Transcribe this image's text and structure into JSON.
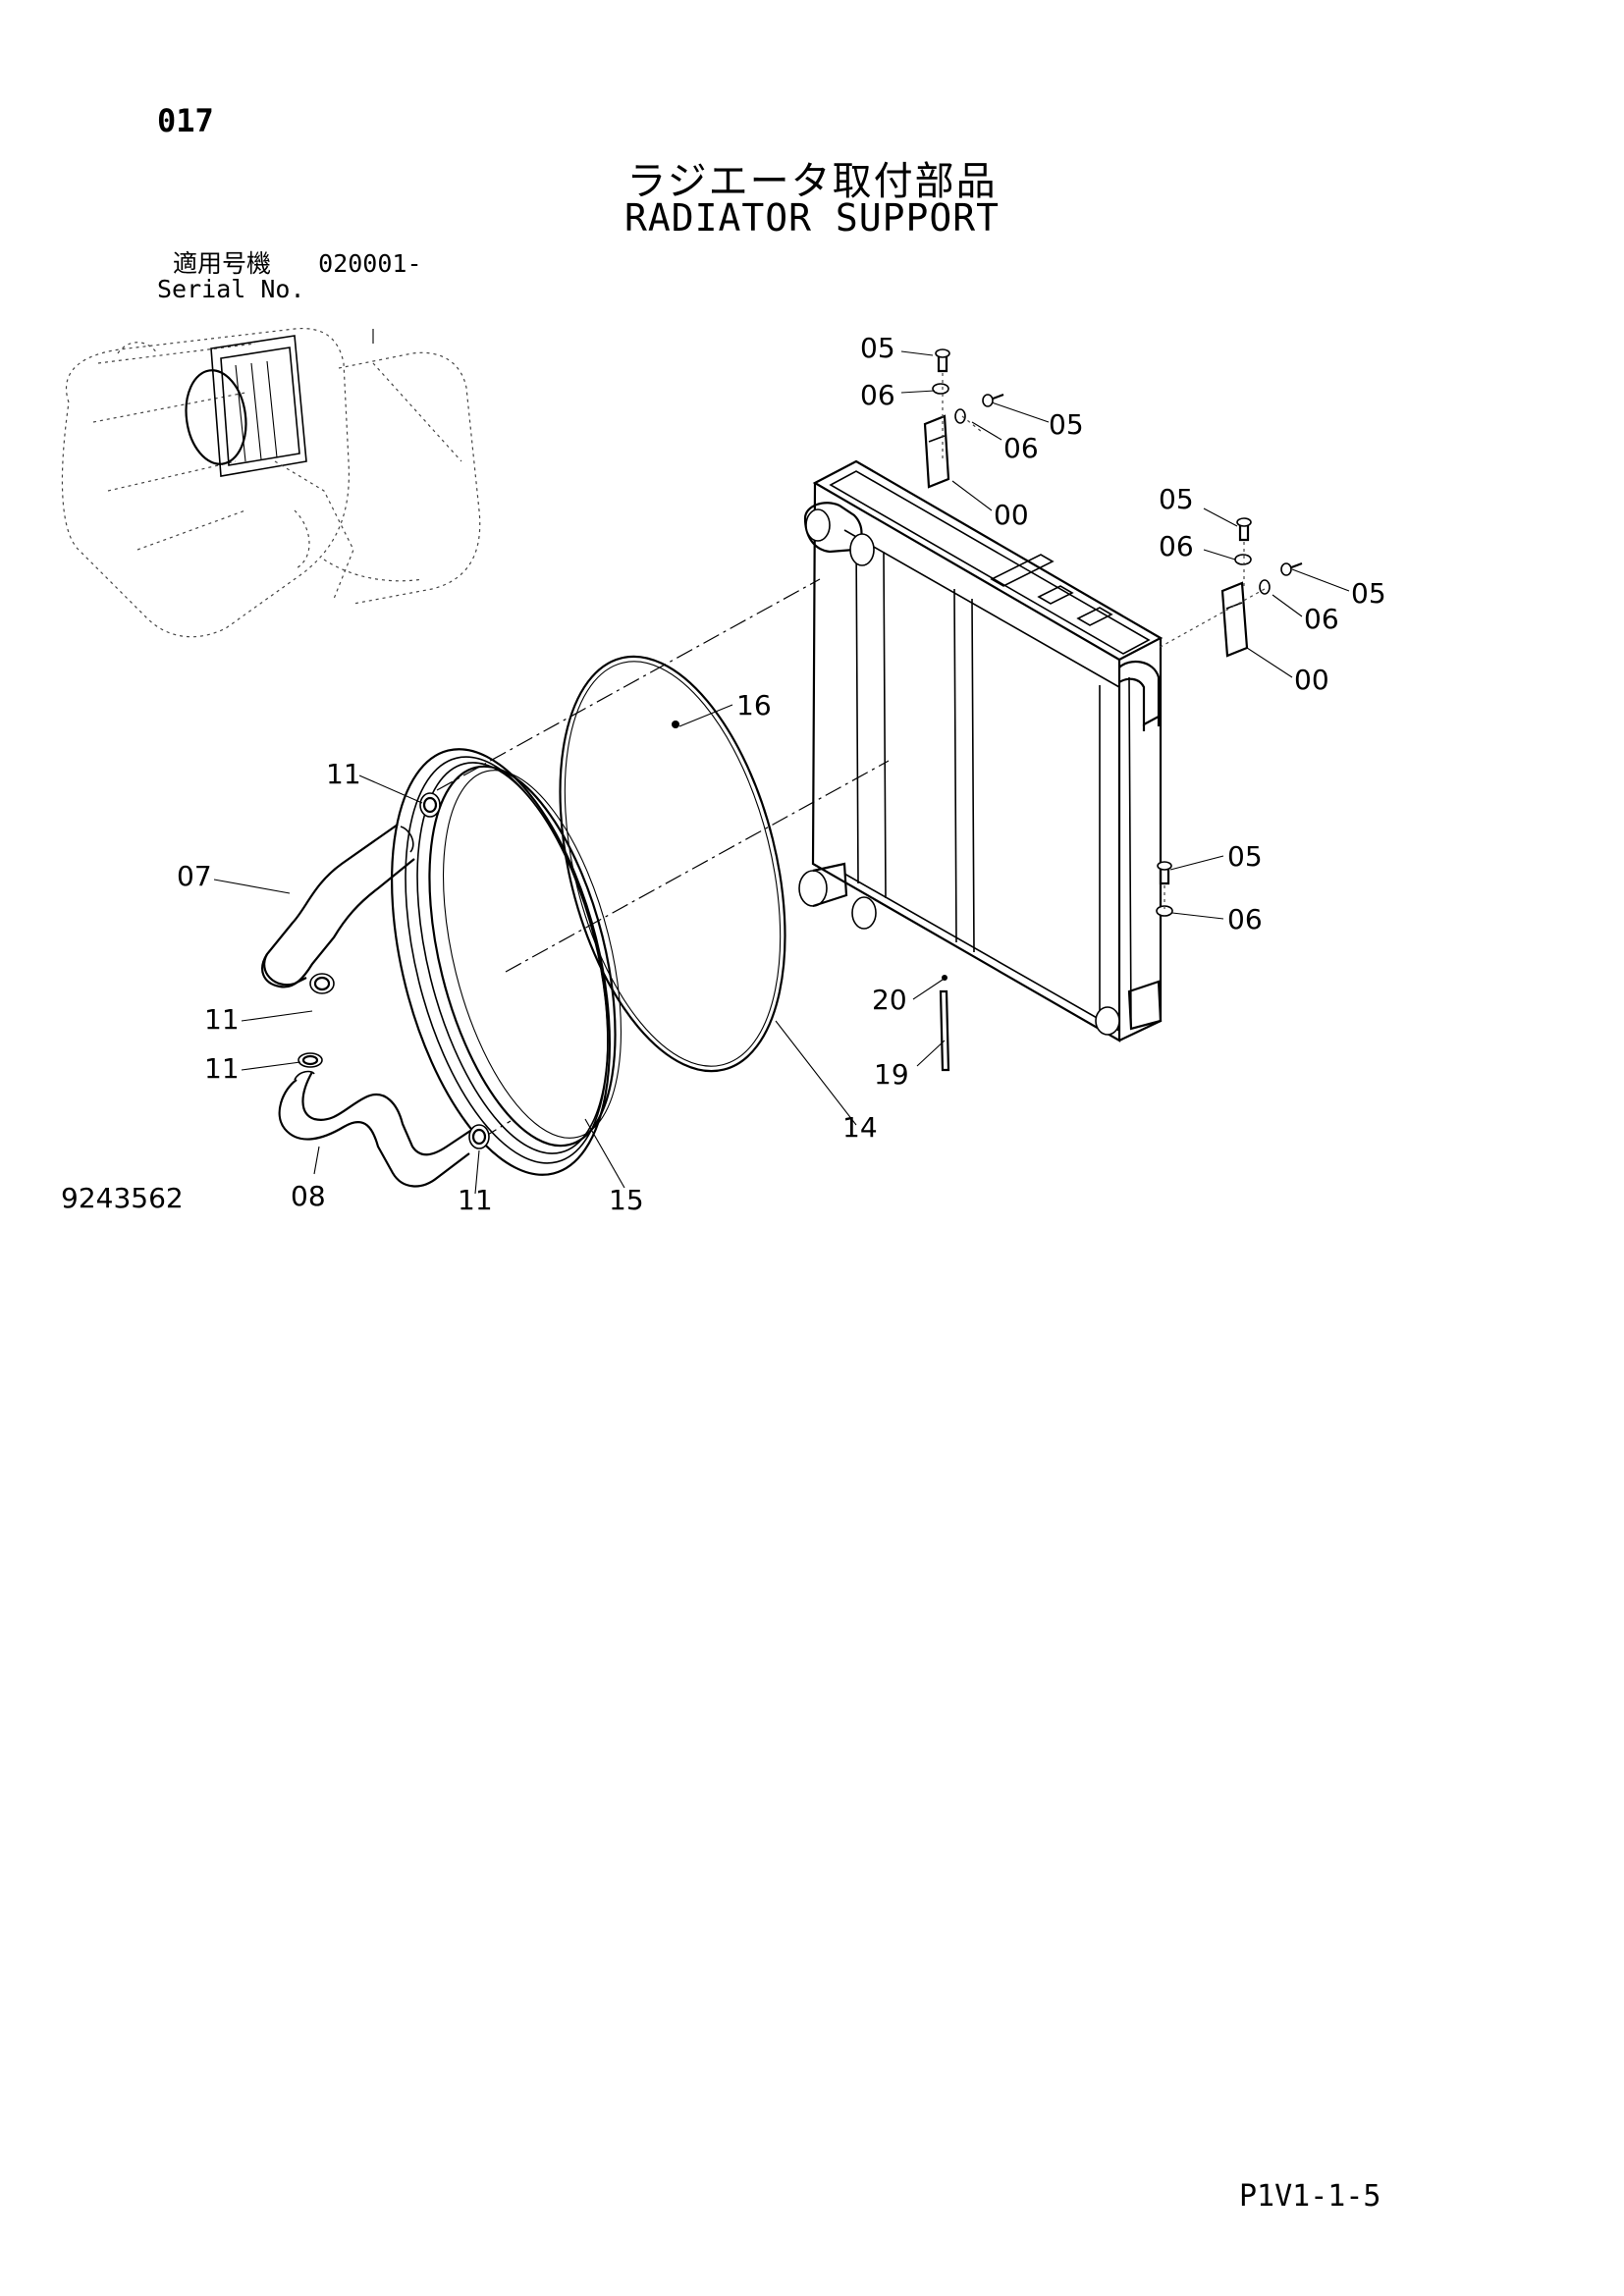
{
  "header": {
    "page_number": "017",
    "title_jp": "ラジエータ取付部品",
    "title_en": "RADIATOR SUPPORT",
    "serial_label_jp": "適用号機",
    "serial_value": "020001-",
    "serial_label_en": "Serial No."
  },
  "footer": {
    "drawing_number": "9243562",
    "page_code": "P1V1-1-5"
  },
  "callouts": {
    "c05a": "05",
    "c06a": "06",
    "c05b": "05",
    "c06b": "06",
    "c00a": "00",
    "c05c": "05",
    "c06c": "06",
    "c05d": "05",
    "c06d": "06",
    "c00b": "00",
    "c16": "16",
    "c11a": "11",
    "c07": "07",
    "c05e": "05",
    "c06e": "06",
    "c11b": "11",
    "c20": "20",
    "c11c": "11",
    "c19": "19",
    "c14": "14",
    "c08": "08",
    "c11d": "11",
    "c15": "15"
  }
}
